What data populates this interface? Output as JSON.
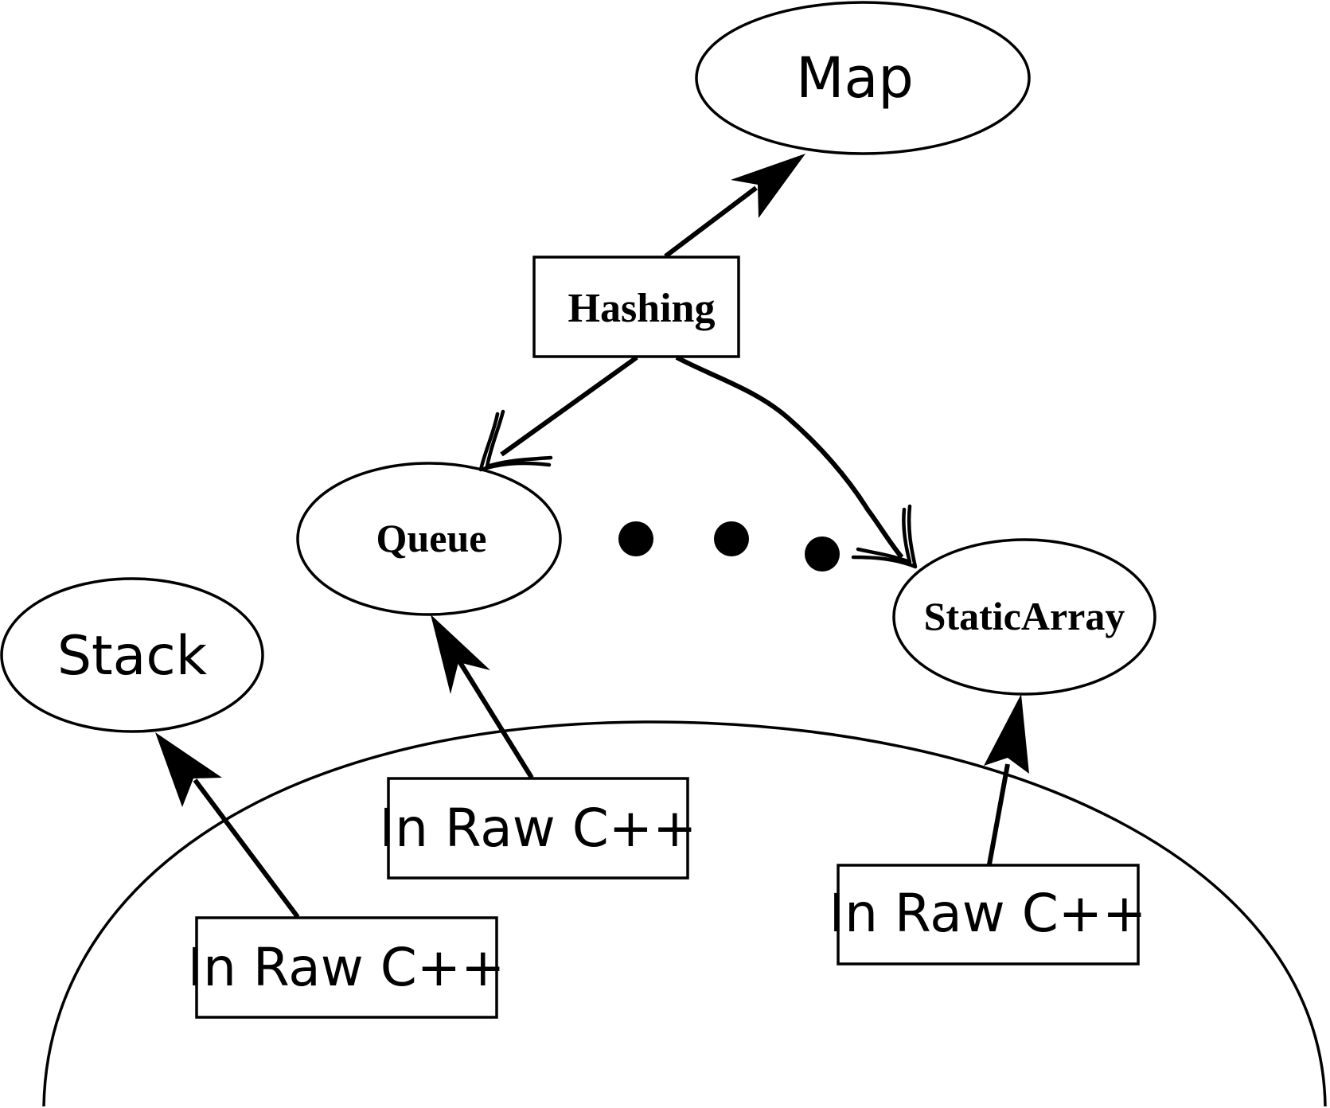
{
  "nodes": {
    "map": "Map",
    "hashing": "Hashing",
    "queue": "Queue",
    "stack": "Stack",
    "static_array": "StaticArray"
  },
  "raw_boxes": {
    "queue_box": "In Raw C++",
    "stack_box": "In Raw C++",
    "static_array_box": "In Raw C++"
  },
  "ellipsis_dots": 3,
  "colors": {
    "stroke": "#000000",
    "background": "#ffffff"
  }
}
